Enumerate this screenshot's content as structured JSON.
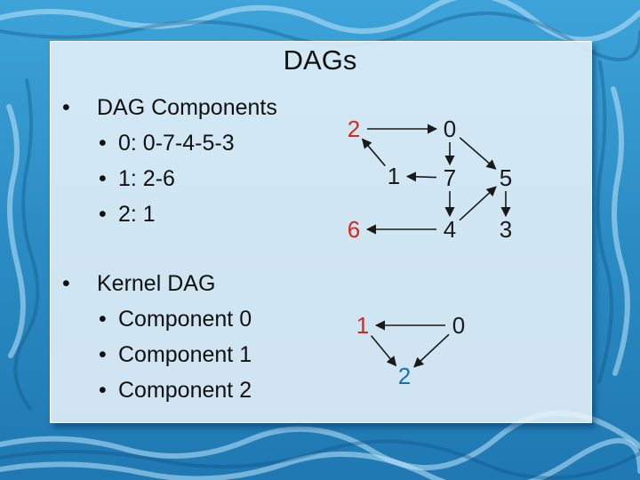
{
  "title": "DAGs",
  "sections": [
    {
      "heading": "DAG Components",
      "items": [
        "0: 0-7-4-5-3",
        "1: 2-6",
        "2: 1"
      ]
    },
    {
      "heading": "Kernel DAG",
      "items": [
        "Component 0",
        "Component 1",
        "Component 2"
      ]
    }
  ],
  "graph": {
    "nodes": [
      {
        "id": "n2",
        "label": "2",
        "color": "#d8281c"
      },
      {
        "id": "n0",
        "label": "0",
        "color": "#1a1a1a"
      },
      {
        "id": "n1",
        "label": "1",
        "color": "#1a1a1a"
      },
      {
        "id": "n7",
        "label": "7",
        "color": "#1a1a1a"
      },
      {
        "id": "n5",
        "label": "5",
        "color": "#1a1a1a"
      },
      {
        "id": "n6",
        "label": "6",
        "color": "#d8281c"
      },
      {
        "id": "n4",
        "label": "4",
        "color": "#1a1a1a"
      },
      {
        "id": "n3",
        "label": "3",
        "color": "#1a1a1a"
      }
    ],
    "edges": [
      {
        "from": "n2",
        "to": "n0"
      },
      {
        "from": "n1",
        "to": "n2"
      },
      {
        "from": "n7",
        "to": "n1"
      },
      {
        "from": "n0",
        "to": "n7"
      },
      {
        "from": "n7",
        "to": "n4"
      },
      {
        "from": "n0",
        "to": "n5"
      },
      {
        "from": "n4",
        "to": "n6"
      },
      {
        "from": "n4",
        "to": "n5"
      },
      {
        "from": "n5",
        "to": "n3"
      }
    ]
  },
  "kernel": {
    "nodes": [
      {
        "id": "k1",
        "label": "1",
        "color": "#d8281c"
      },
      {
        "id": "k0",
        "label": "0",
        "color": "#1a1a1a"
      },
      {
        "id": "k2",
        "label": "2",
        "color": "#1a6fb0"
      }
    ],
    "edges": [
      {
        "from": "k0",
        "to": "k1"
      },
      {
        "from": "k1",
        "to": "k2"
      },
      {
        "from": "k0",
        "to": "k2"
      }
    ]
  }
}
